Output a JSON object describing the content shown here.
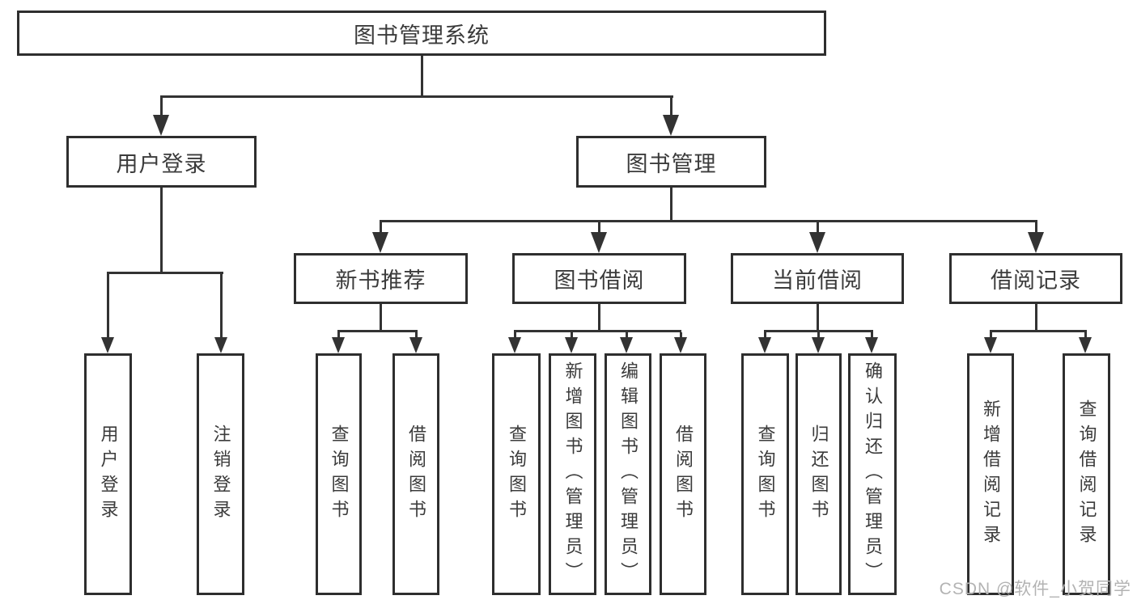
{
  "diagram": {
    "type": "tree",
    "root": "图书管理系统",
    "branches": [
      {
        "label": "用户登录",
        "leaves": [
          "用户登录",
          "注销登录"
        ]
      },
      {
        "label": "图书管理",
        "sections": [
          {
            "label": "新书推荐",
            "leaves": [
              "查询图书",
              "借阅图书"
            ]
          },
          {
            "label": "图书借阅",
            "leaves": [
              "查询图书",
              "新增图书（管理员）",
              "编辑图书（管理员）",
              "借阅图书"
            ]
          },
          {
            "label": "当前借阅",
            "leaves": [
              "查询图书",
              "归还图书",
              "确认归还（管理员）"
            ]
          },
          {
            "label": "借阅记录",
            "leaves": [
              "新增借阅记录",
              "查询借阅记录"
            ]
          }
        ]
      }
    ]
  },
  "watermark": "CSDN @软件_小贺同学",
  "colors": {
    "background": "#ffffff",
    "box_border": "#2e2e2e",
    "connector_line": "#333333",
    "text": "#3b3b3b",
    "watermark_text": "#b3b3b3"
  }
}
